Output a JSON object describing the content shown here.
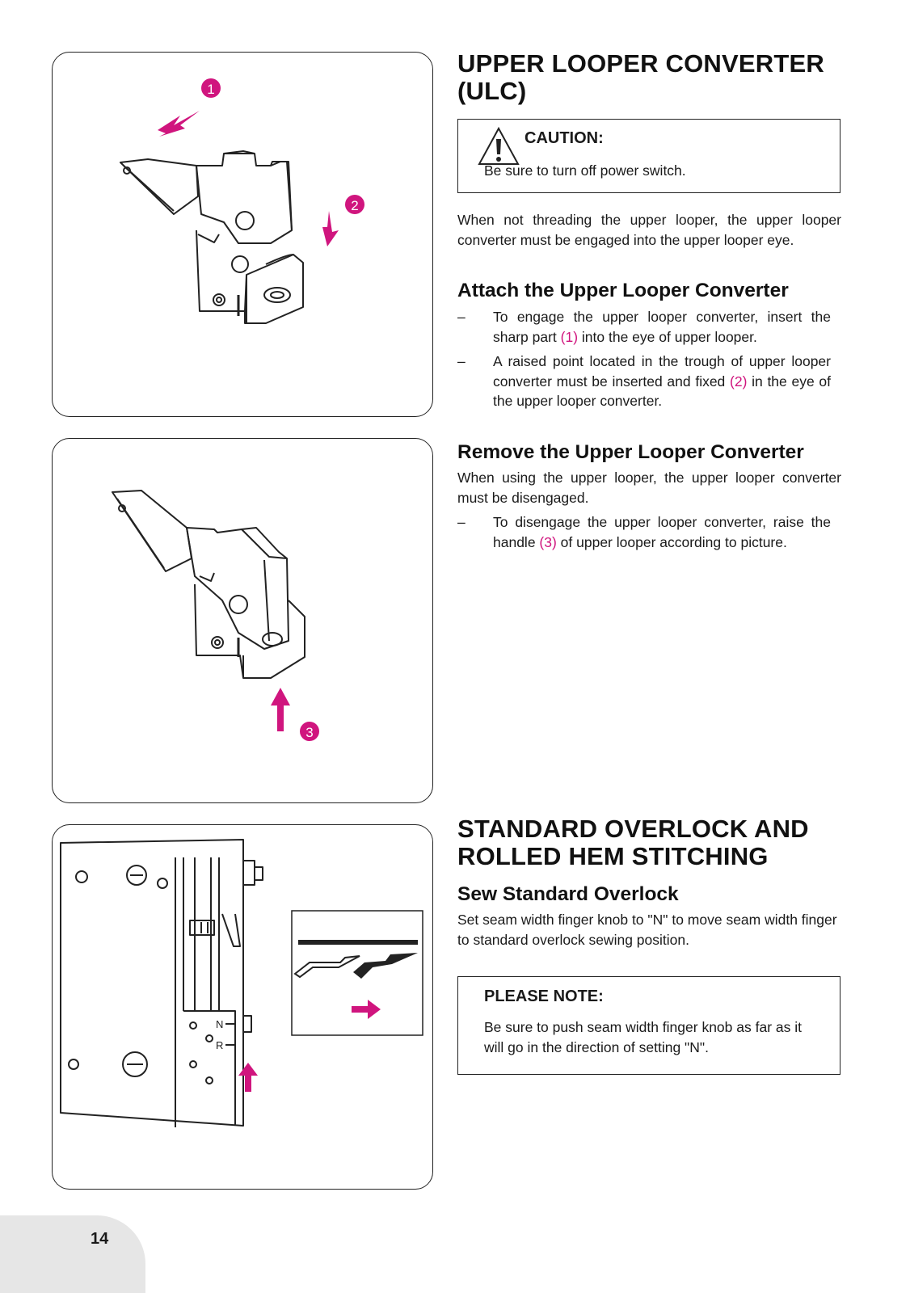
{
  "figures": {
    "fig1": {
      "callouts": [
        "1",
        "2"
      ]
    },
    "fig2": {
      "callouts": [
        "3"
      ]
    },
    "fig3": {
      "knob_labels": [
        "N",
        "R"
      ]
    }
  },
  "section_ulc": {
    "title_line1": "UPPER LOOPER CONVERTER",
    "title_line2": "(ULC)",
    "caution": {
      "icon": "warning-triangle-icon",
      "title": "CAUTION:",
      "text": "Be sure to turn off power switch."
    },
    "intro": "When not threading the upper looper, the upper looper converter must be engaged into the upper looper eye."
  },
  "attach": {
    "heading": "Attach the Upper Looper Converter",
    "bullets": [
      {
        "dash": "–",
        "before": "To engage the upper looper converter, insert the sharp part ",
        "ref": "(1)",
        "after": " into the eye of upper looper."
      },
      {
        "dash": "–",
        "before": "A raised point located in the trough of upper looper converter must be inserted and fixed ",
        "ref": "(2)",
        "after": " in the eye of the upper looper converter."
      }
    ]
  },
  "remove": {
    "heading": "Remove the Upper Looper Converter",
    "intro": "When using the upper looper, the upper looper converter must be disengaged.",
    "bullets": [
      {
        "dash": "–",
        "before": "To disengage the upper looper converter, raise the handle ",
        "ref": "(3)",
        "after": " of upper looper according to picture."
      }
    ]
  },
  "section_overlock": {
    "title_line1": "STANDARD OVERLOCK AND",
    "title_line2": "ROLLED HEM STITCHING",
    "heading": "Sew Standard Overlock",
    "intro": "Set seam width finger knob to \"N\" to move seam width finger to standard overlock sewing position.",
    "note": {
      "title": "PLEASE NOTE:",
      "text": "Be sure to push seam width finger knob as far as it will go in the direction of setting \"N\"."
    }
  },
  "page_number": "14",
  "colors": {
    "accent": "#d0157e",
    "text": "#1a1a1a",
    "tab": "#e6e6e6"
  }
}
